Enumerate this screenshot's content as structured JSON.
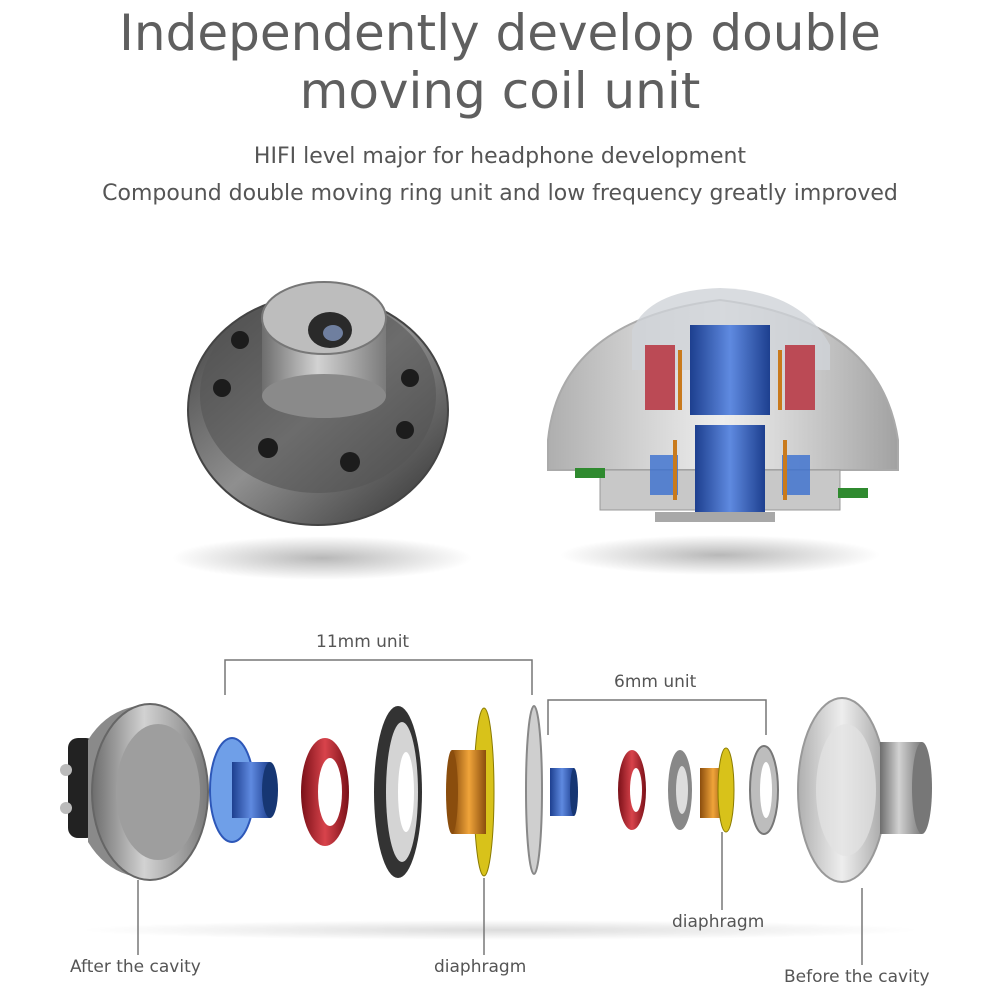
{
  "header": {
    "title_line1": "Independently develop double",
    "title_line2": "moving coil unit",
    "subtitle_line1": "HIFI level major for headphone development",
    "subtitle_line2": "Compound double moving ring unit and low frequency greatly improved"
  },
  "diagram": {
    "label_11mm": "11mm unit",
    "label_6mm": "6mm  unit",
    "label_after_cavity": "After the cavity",
    "label_diaphragm_large": "diaphragm",
    "label_diaphragm_small": "diaphragm",
    "label_before_cavity": "Before the cavity"
  },
  "colors": {
    "text": "#555555",
    "shell_gray": "#8a8a8a",
    "magnet_red": "#b3262e",
    "voice_coil_copper": "#c97a1c",
    "pole_blue": "#2d57b8",
    "diaphragm_gold": "#d8c21a"
  }
}
